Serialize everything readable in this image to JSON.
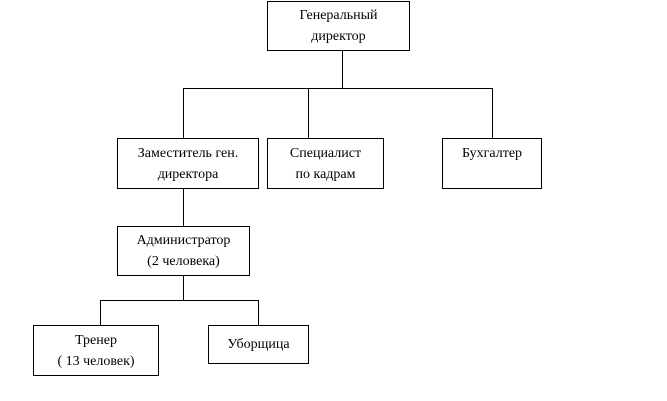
{
  "org_chart": {
    "nodes": {
      "general_director": "Генеральный\nдиректор",
      "deputy_director": "Заместитель ген.\nдиректора",
      "hr_specialist": "Специалист\nпо кадрам",
      "accountant": "Бухгалтер",
      "administrator": "Администратор\n(2 человека)",
      "trainer": "Тренер\n( 13 человек)",
      "cleaner": "Уборщица"
    },
    "edges": [
      [
        "general_director",
        "deputy_director"
      ],
      [
        "general_director",
        "hr_specialist"
      ],
      [
        "general_director",
        "accountant"
      ],
      [
        "deputy_director",
        "administrator"
      ],
      [
        "administrator",
        "trainer"
      ],
      [
        "administrator",
        "cleaner"
      ]
    ],
    "colors": {
      "line": "#000000",
      "box_border": "#000000",
      "box_fill": "#ffffff",
      "text": "#000000"
    }
  }
}
